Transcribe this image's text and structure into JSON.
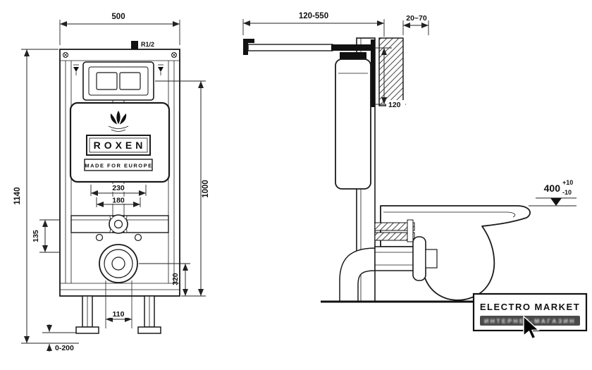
{
  "front_view": {
    "width": "500",
    "height": "1140",
    "inlet": "R1/2",
    "plate_height": "1000",
    "spacing_230": "230",
    "spacing_180": "180",
    "offset_135": "135",
    "outlet_height": "320",
    "outlet_diameter": "110",
    "leg_adjust": "0-200",
    "brand": "ROXEN",
    "brand_tagline": "MADE FOR EUROPE"
  },
  "side_view": {
    "supply_range": "120-550",
    "wall_thickness": "20~70",
    "niche_depth": "120",
    "bowl_height": "400",
    "tol_plus": "+10",
    "tol_minus": "-10"
  },
  "logo": {
    "title": "ELECTRO MARKET",
    "subtitle": "ИНТЕРНЕТ-МАГАЗИН"
  }
}
